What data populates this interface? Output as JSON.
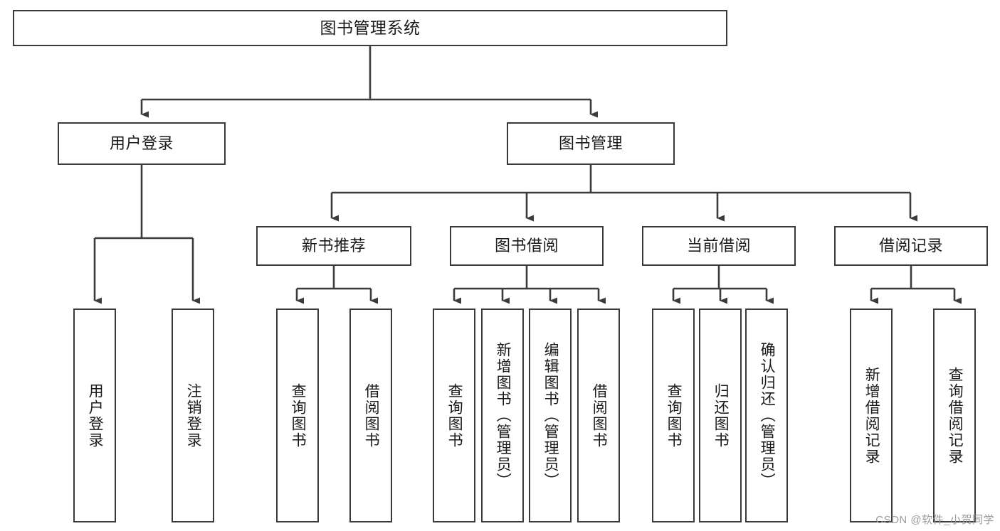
{
  "diagram": {
    "type": "tree-hierarchy",
    "title": "图书管理系统",
    "watermark": "CSDN @软件_小贺同学",
    "colors": {
      "box_border": "#3b3b3b",
      "box_fill": "#ffffff",
      "connector": "#3b3b3b",
      "text": "#1a1a1a",
      "watermark": "#9b9b9b",
      "background": "#ffffff"
    },
    "levels": {
      "root": {
        "label": "图书管理系统"
      },
      "level2": [
        {
          "label": "用户登录"
        },
        {
          "label": "图书管理"
        }
      ],
      "level3": [
        {
          "label": "新书推荐"
        },
        {
          "label": "图书借阅"
        },
        {
          "label": "当前借阅"
        },
        {
          "label": "借阅记录"
        }
      ],
      "leaves_user_login": [
        {
          "label": "用户登录"
        },
        {
          "label": "注销登录"
        }
      ],
      "leaves_new_book": [
        {
          "label": "查询图书"
        },
        {
          "label": "借阅图书"
        }
      ],
      "leaves_book_borrow": [
        {
          "label": "查询图书"
        },
        {
          "label": "新增图书（管理员）"
        },
        {
          "label": "编辑图书（管理员）"
        },
        {
          "label": "借阅图书"
        }
      ],
      "leaves_current_borrow": [
        {
          "label": "查询图书"
        },
        {
          "label": "归还图书"
        },
        {
          "label": "确认归还（管理员）"
        }
      ],
      "leaves_borrow_record": [
        {
          "label": "新增借阅记录"
        },
        {
          "label": "查询借阅记录"
        }
      ]
    }
  }
}
